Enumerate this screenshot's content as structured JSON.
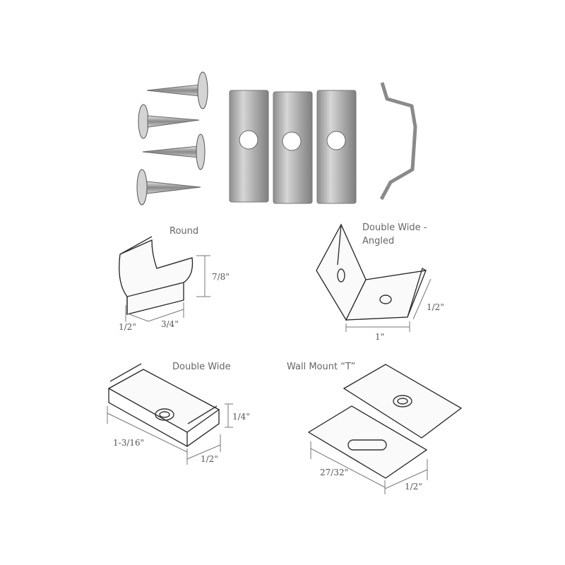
{
  "photo": {
    "screws_count": 4,
    "clips_count": 3,
    "bracket_count": 1,
    "colors": {
      "metal_light": "#d8d8d8",
      "metal_mid": "#a9a9a9",
      "metal_dark": "#7a7a7a"
    }
  },
  "diagrams": [
    {
      "id": "round",
      "title": "Round",
      "dims": [
        "7/8\"",
        "1/2\"",
        "3/4\""
      ]
    },
    {
      "id": "double-wide-angled",
      "title_line1": "Double Wide -",
      "title_line2": "Angled",
      "dims": [
        "1/2\"",
        "1\""
      ]
    },
    {
      "id": "double-wide",
      "title": "Double Wide",
      "dims": [
        "1/4\"",
        "1-3/16\"",
        "1/2\""
      ]
    },
    {
      "id": "wall-mount-t",
      "title": "Wall Mount “T”",
      "dims": [
        "27/32\"",
        "1/2\""
      ]
    }
  ]
}
